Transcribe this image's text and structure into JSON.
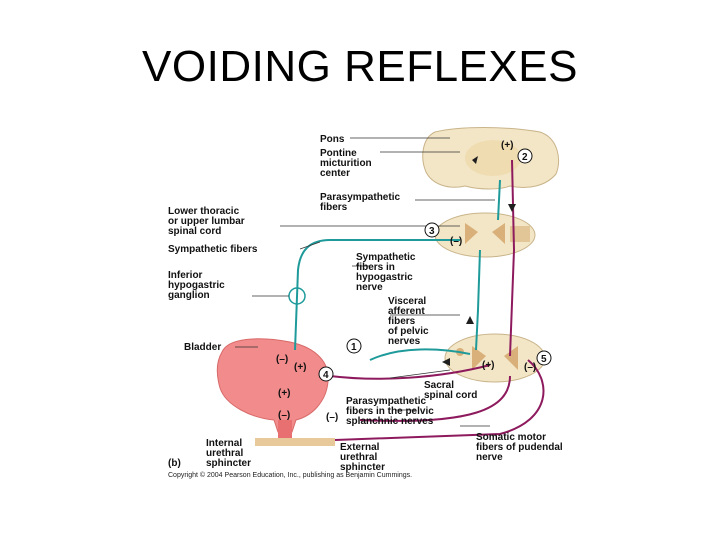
{
  "title": "VOIDING REFLEXES",
  "labels": {
    "pons": "Pons",
    "pmc": [
      "Pontine",
      "micturition",
      "center"
    ],
    "para": [
      "Parasympathetic",
      "fibers"
    ],
    "lower": [
      "Lower thoracic",
      "or upper lumbar",
      "spinal cord"
    ],
    "symp": "Sympathetic fibers",
    "symphypo": [
      "Sympathetic",
      "fibers in",
      "hypogastric",
      "nerve"
    ],
    "ihg": [
      "Inferior",
      "hypogastric",
      "ganglion"
    ],
    "visceral": [
      "Visceral",
      "afferent",
      "fibers",
      "of pelvic",
      "nerves"
    ],
    "bladder": "Bladder",
    "sacral": [
      "Sacral",
      "spinal cord"
    ],
    "parapelvic": [
      "Parasympathetic",
      "fibers in the pelvic",
      "splanchnic nerves"
    ],
    "somatic": [
      "Somatic motor",
      "fibers of pudendal",
      "nerve"
    ],
    "ius": [
      "Internal",
      "urethral",
      "sphincter"
    ],
    "eus": [
      "External",
      "urethral",
      "sphincter"
    ],
    "panel": "(b)",
    "copyright": "Copyright © 2004 Pearson Education, Inc., publishing as Benjamin Cummings."
  },
  "symbols": {
    "plus": "(+)",
    "minus": "(–)",
    "n1": "1",
    "n2": "2",
    "n3": "3",
    "n4": "4",
    "n5": "5"
  },
  "colors": {
    "sympathetic": "#1f9a9a",
    "parasympathetic": "#8e1a5e",
    "bladder": "#f28b8b",
    "cord": "#f3e6c6",
    "graymatter": "#d9b07a"
  }
}
